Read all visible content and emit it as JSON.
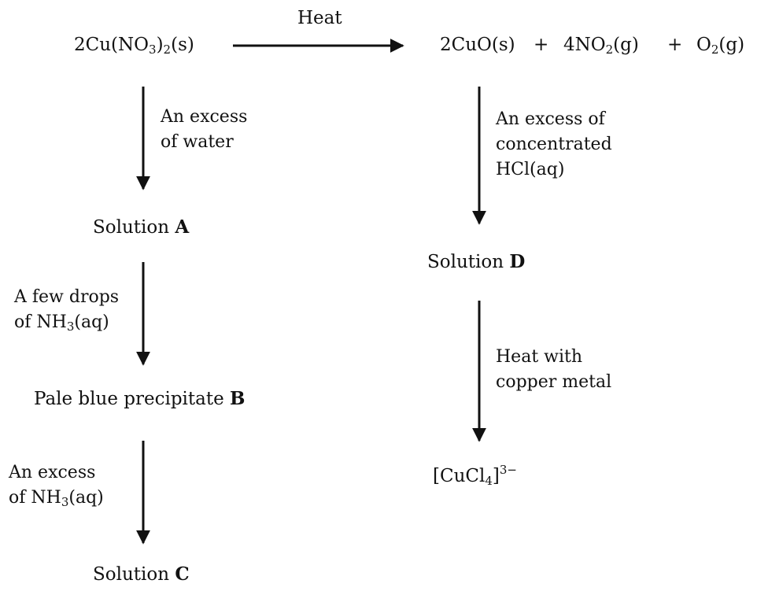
{
  "reaction": {
    "reactant": {
      "coef": "2",
      "formula_a": "Cu(NO",
      "sub_a": "3",
      "formula_b": ")",
      "sub_b": "2",
      "state": "(s)"
    },
    "condition": "Heat",
    "products": [
      {
        "text": "2CuO(s)"
      },
      {
        "plus": "+"
      },
      {
        "pre": "4NO",
        "sub": "2",
        "post": "(g)"
      },
      {
        "plus": "+"
      },
      {
        "pre": "O",
        "sub": "2",
        "post": "(g)"
      }
    ]
  },
  "left_branch": {
    "step1_label": [
      "An excess",
      "of water"
    ],
    "product1": {
      "prefix": "Solution ",
      "letter": "A"
    },
    "step2_label": {
      "line1": "A few drops",
      "line2_pre": "of NH",
      "line2_sub": "3",
      "line2_post": "(aq)"
    },
    "product2": {
      "prefix": "Pale blue precipitate ",
      "letter": "B"
    },
    "step3_label": {
      "line1": "An excess",
      "line2_pre": "of NH",
      "line2_sub": "3",
      "line2_post": "(aq)"
    },
    "product3": {
      "prefix": "Solution ",
      "letter": "C"
    }
  },
  "right_branch": {
    "step1_label": [
      "An excess of",
      "concentrated",
      "HCl(aq)"
    ],
    "product1": {
      "prefix": "Solution ",
      "letter": "D"
    },
    "step2_label": [
      "Heat with",
      "copper metal"
    ],
    "product2": {
      "pre": "[CuCl",
      "sub": "4",
      "post": "]",
      "charge": "3−"
    }
  }
}
